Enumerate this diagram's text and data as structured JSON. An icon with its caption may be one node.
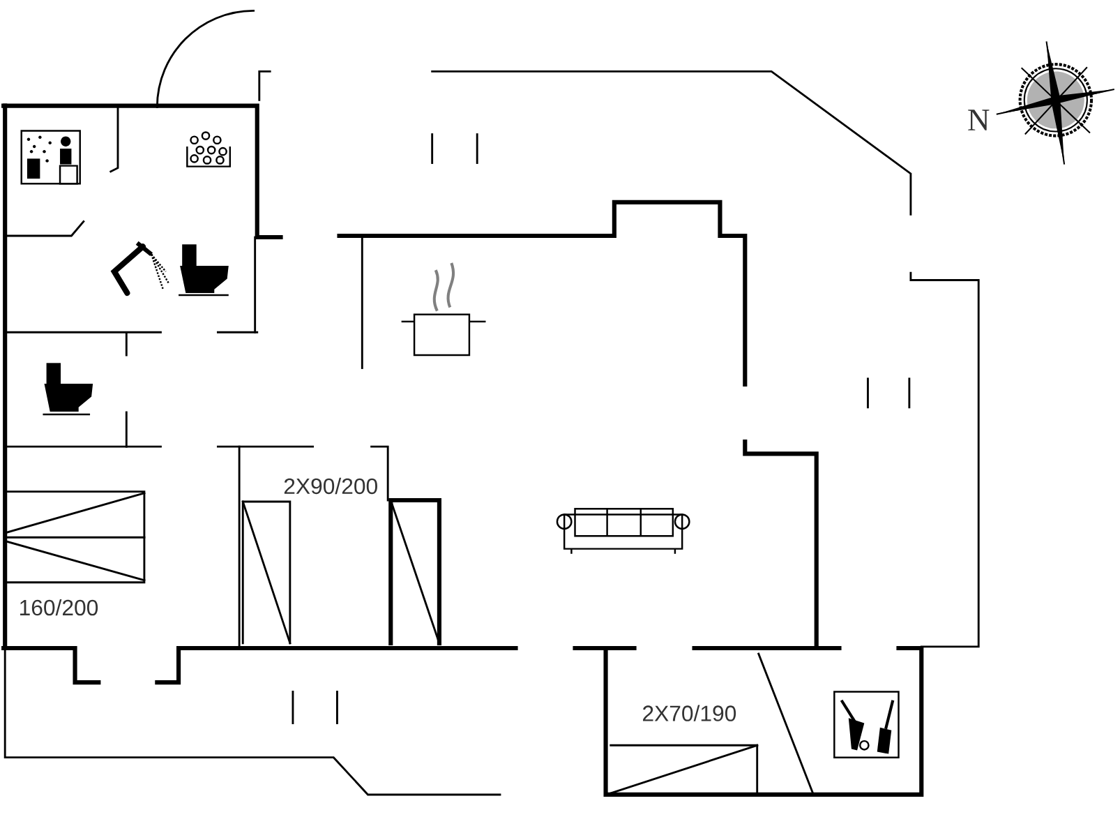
{
  "diagram": {
    "labels": [
      "N",
      "2X90/200",
      "160/200",
      "2X70/190"
    ]
  }
}
